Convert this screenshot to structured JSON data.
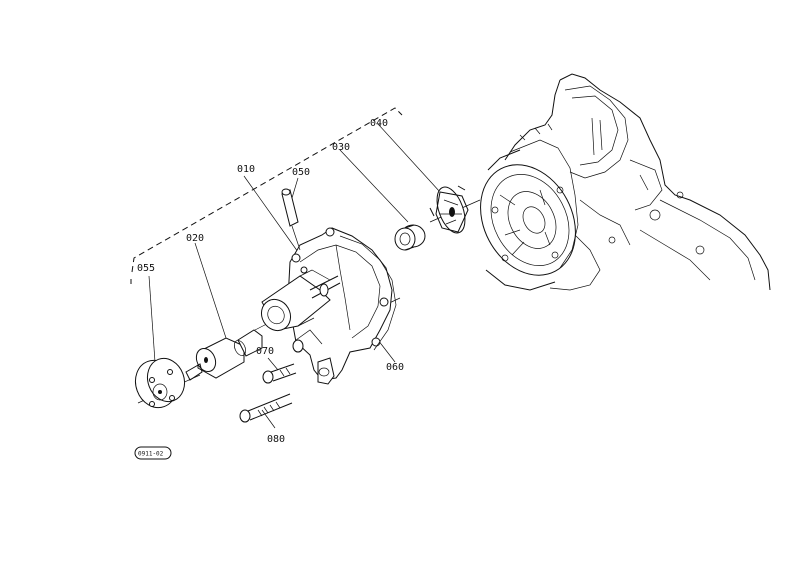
{
  "labels": {
    "p010": "010",
    "p020": "020",
    "p030": "030",
    "p040": "040",
    "p050": "050",
    "p055": "055",
    "p060": "060",
    "p070": "070",
    "p080": "080"
  },
  "badge": "0911-02"
}
